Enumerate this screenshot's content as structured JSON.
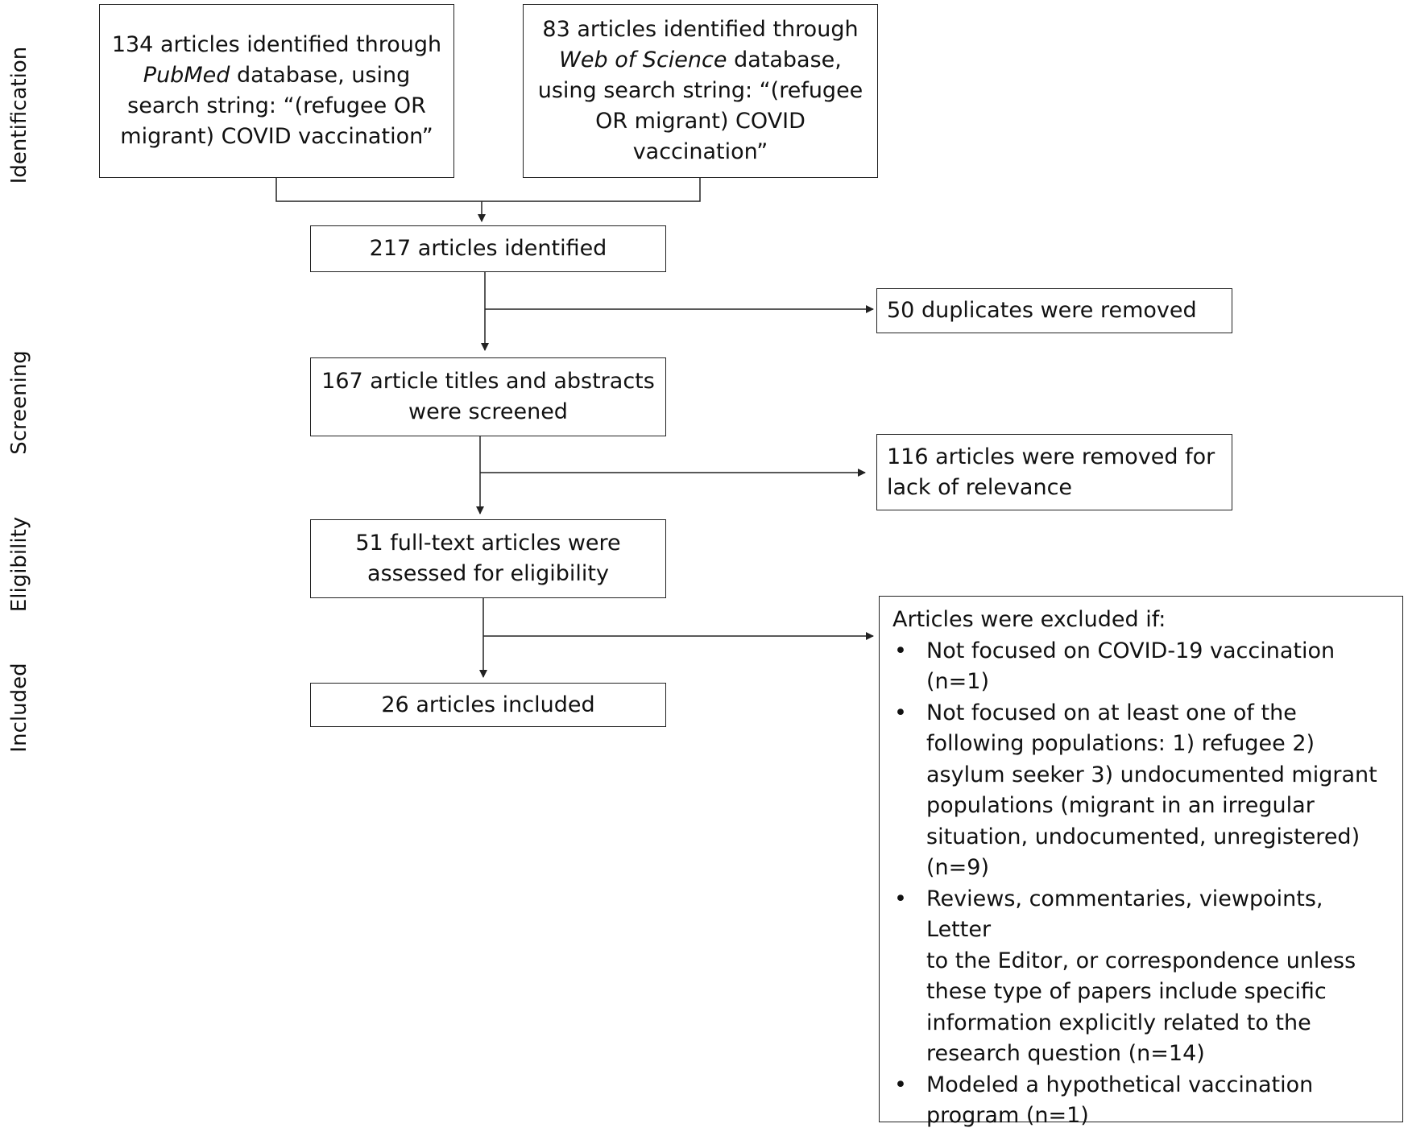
{
  "stages": {
    "identification": "Identification",
    "screening": "Screening",
    "eligibility": "Eligibility",
    "included": "Included"
  },
  "sources": {
    "pubmed": {
      "line1": "134 articles identified through",
      "db": "PubMed",
      "line2_rest": " database, using",
      "line3": "search string: “(refugee OR",
      "line4": "migrant) COVID vaccination”"
    },
    "wos": {
      "line1": "83 articles identified through",
      "db": "Web of Science",
      "line2_rest": " database,",
      "line3": "using search string: “(refugee",
      "line4": "OR migrant) COVID",
      "line5": "vaccination”"
    }
  },
  "flow": {
    "identified": "217 articles identified",
    "screened_line1": "167 article titles and abstracts",
    "screened_line2": "were screened",
    "eligible_line1": "51 full-text articles were",
    "eligible_line2": "assessed for eligibility",
    "included": "26 articles included"
  },
  "removed": {
    "duplicates": "50 duplicates were removed",
    "relevance_line1": "116 articles were removed for",
    "relevance_line2": "lack of relevance"
  },
  "exclusion": {
    "title": "Articles were excluded if:",
    "bullet_char": "•",
    "criteria": [
      {
        "lines": [
          "Not focused on COVID-19 vaccination",
          "(n=1)"
        ]
      },
      {
        "lines": [
          "Not focused on at least one of the",
          "following populations: 1) refugee 2)",
          "asylum seeker 3) undocumented migrant",
          "populations (migrant in an irregular",
          "situation, undocumented, unregistered)",
          "(n=9)"
        ]
      },
      {
        "lines": [
          "Reviews, commentaries, viewpoints, Letter",
          "to the Editor, or correspondence unless",
          "these type of papers include specific",
          "information explicitly related to the",
          "research question (n=14)"
        ]
      },
      {
        "lines": [
          "Modeled a hypothetical vaccination",
          "program (n=1)"
        ]
      }
    ]
  }
}
